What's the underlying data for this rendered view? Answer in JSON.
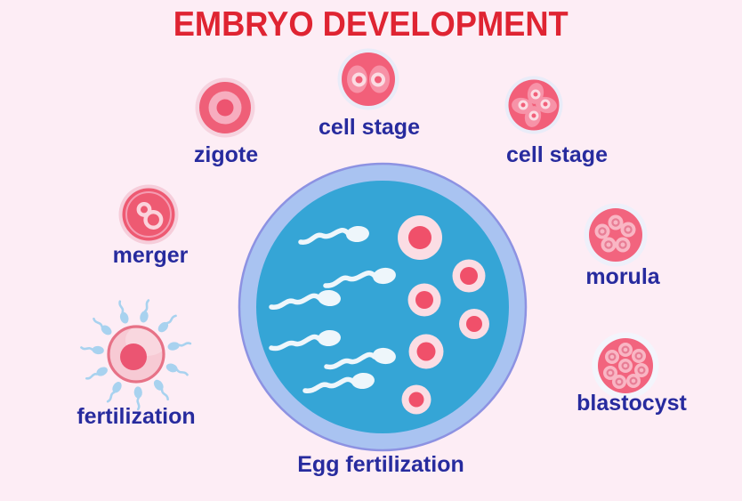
{
  "title": "EMBRYO DEVELOPMENT",
  "stages": {
    "zygote": {
      "label": "zigote"
    },
    "cell_stage_2": {
      "label": "cell stage"
    },
    "cell_stage_4": {
      "label": "cell stage"
    },
    "merger": {
      "label": "merger"
    },
    "morula": {
      "label": "morula"
    },
    "blastocyst": {
      "label": "blastocyst"
    },
    "fertilization": {
      "label": "fertilization"
    },
    "egg_fertilization": {
      "label": "Egg fertilization"
    }
  },
  "icons": {
    "zygote": "zygote-cell-icon",
    "cell_stage_2": "two-cell-stage-icon",
    "cell_stage_4": "four-cell-stage-icon",
    "merger": "merger-cell-icon",
    "morula": "morula-cell-icon",
    "blastocyst": "blastocyst-cell-icon",
    "fertilization": "egg-with-sperm-icon",
    "egg_fertilization": "petri-dish-sperm-and-eggs-icon"
  },
  "colors": {
    "background": "#fdedf5",
    "title_red": "#df2432",
    "label_blue": "#272b9e",
    "cell_body_red": "#f2607a",
    "cell_light_pink": "#f9b6c4",
    "halo_pink": "#f6cdda",
    "dish_ring_blue": "#a9c3f1",
    "dish_fill_teal": "#35a5d6",
    "egg_outer_pink": "#fbdde4",
    "egg_nucleus_red": "#f0506a",
    "sperm_white": "#eef6fb",
    "sperm_blue": "#a8d2ef"
  }
}
